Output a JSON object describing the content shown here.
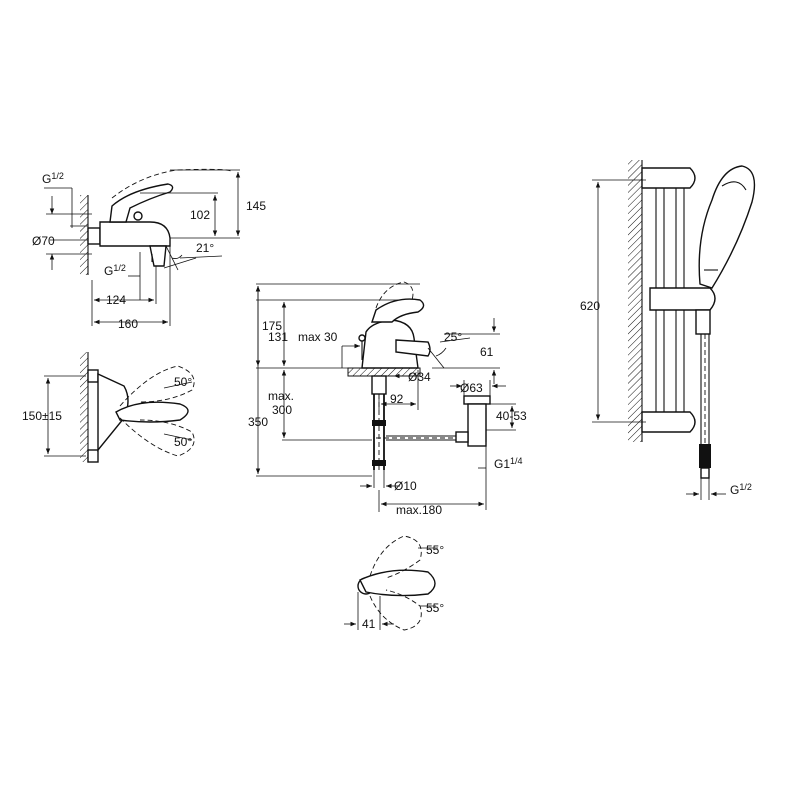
{
  "bath_mixer": {
    "thread_top": "G",
    "thread_top_frac": "1/2",
    "diameter": "Ø70",
    "thread_bottom": "G",
    "thread_bottom_frac": "1/2",
    "height_102": "102",
    "height_145": "145",
    "angle": "21°",
    "depth_124": "124",
    "depth_160": "160"
  },
  "bath_mixer_top": {
    "spacing": "150±15",
    "angle_up": "50°",
    "angle_down": "50°"
  },
  "basin_mixer": {
    "height_175": "175",
    "height_131": "131",
    "max_30": "max 30",
    "angle_25": "25°",
    "height_61": "61",
    "diameter_34": "Ø34",
    "diameter_63": "Ø63",
    "height_350": "350",
    "max_label": "max.",
    "max_300": "300",
    "depth_92": "92",
    "range_40_53": "40-53",
    "thread_waste": "G1",
    "thread_waste_frac": "1/4",
    "diameter_10": "Ø10",
    "max_180": "max.180"
  },
  "basin_mixer_top": {
    "angle_up": "55°",
    "angle_down": "55°",
    "offset_41": "41"
  },
  "shower_rail": {
    "height_620": "620",
    "thread": "G",
    "thread_frac": "1/2"
  }
}
